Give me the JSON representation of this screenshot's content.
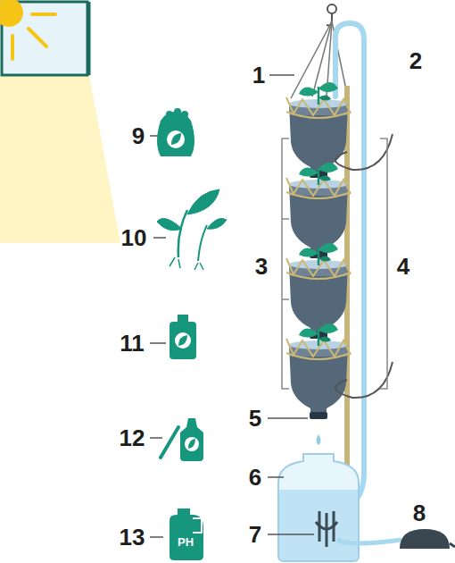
{
  "diagram": {
    "labels": [
      "1",
      "2",
      "3",
      "4",
      "5",
      "6",
      "7",
      "8",
      "9",
      "10",
      "11",
      "12",
      "13",
      "PH"
    ]
  }
}
